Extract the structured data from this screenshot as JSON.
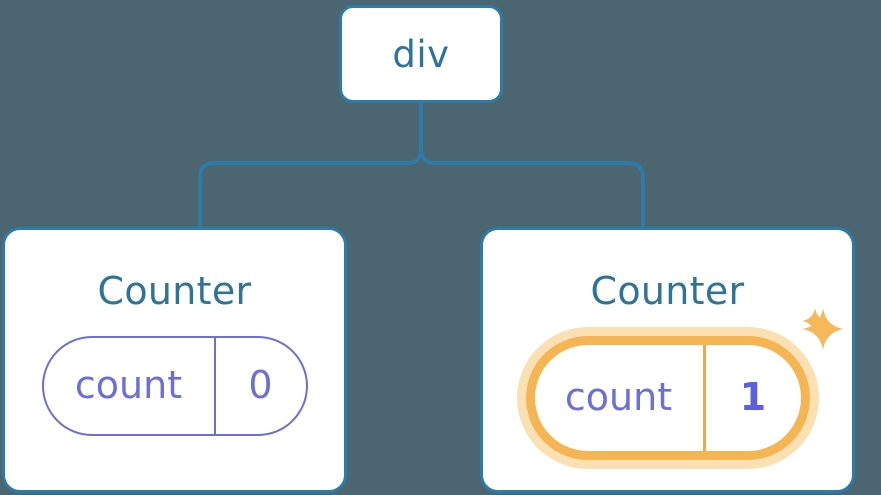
{
  "diagram": {
    "title": "React component tree with highlighted state change",
    "background_color": "#4b6670",
    "node_border_color": "#2d7ba8",
    "node_label_color": "#2f7399",
    "connector_color": "#2d7ba8",
    "pill_color": "#6b6fd6",
    "highlight_color": "#f5b553",
    "highlight_glow_color": "#fbe0b4",
    "sparkle_color": "#f7b85c"
  },
  "nodes": {
    "root": {
      "label": "div"
    },
    "left_child": {
      "label": "Counter",
      "state": {
        "key": "count",
        "value": "0",
        "highlighted": "false"
      }
    },
    "right_child": {
      "label": "Counter",
      "state": {
        "key": "count",
        "value": "1",
        "highlighted": "true"
      }
    }
  },
  "icons": {
    "sparkle_large": "sparkle-icon",
    "sparkle_small": "sparkle-icon"
  }
}
